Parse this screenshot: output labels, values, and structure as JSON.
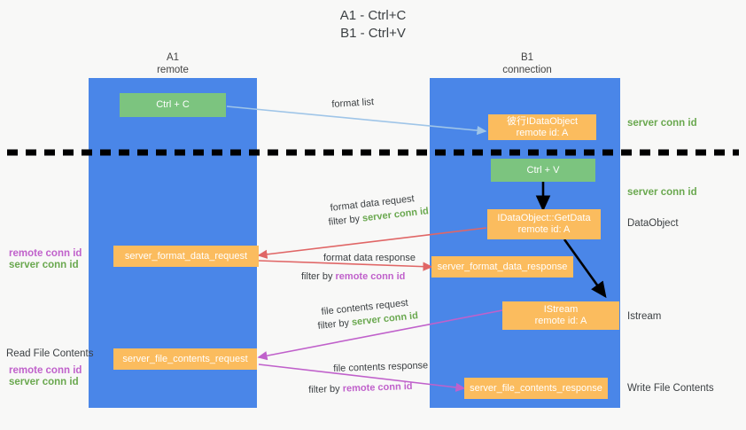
{
  "title": "A1 - Ctrl+C\nB1 - Ctrl+V",
  "columns": {
    "left": {
      "name": "A1",
      "sub": "remote",
      "header": "A1\nremote"
    },
    "right": {
      "name": "B1",
      "sub": "connection",
      "header": "B1\nconnection"
    }
  },
  "colors": {
    "lane": "#4a86e8",
    "orange": "#fbbc5e",
    "green": "#7cc47f",
    "server_conn_id": "#6aa84f",
    "remote_conn_id": "#c061cb",
    "arrow_blue": "#9fc5e8",
    "arrow_red": "#e06666",
    "arrow_purple": "#c061cb",
    "arrow_black": "#000000",
    "background": "#f8f8f7"
  },
  "nodes": {
    "ctrl_c": {
      "label": "Ctrl + C",
      "style": "green"
    },
    "dataobject_create": {
      "label": "彼行IDataObject\nremote id: A",
      "style": "orange"
    },
    "ctrl_v": {
      "label": "Ctrl + V",
      "style": "green"
    },
    "getdata": {
      "label": "IDataObject::GetData\nremote id: A",
      "style": "orange"
    },
    "format_data_request": {
      "label": "server_format_data_request",
      "style": "orange"
    },
    "format_data_response": {
      "label": "server_format_data_response",
      "style": "orange"
    },
    "istream": {
      "label": "IStream\nremote id: A",
      "style": "orange"
    },
    "file_contents_request": {
      "label": "server_file_contents_request",
      "style": "orange"
    },
    "file_contents_response": {
      "label": "server_file_contents_response",
      "style": "orange"
    }
  },
  "edge_labels": {
    "format_list": "format list",
    "format_data_request": {
      "line1": "format data request",
      "line2_prefix": "filter by ",
      "line2_token": "server conn id",
      "token_color": "server"
    },
    "format_data_response": {
      "line1": "format data response",
      "line2_prefix": "filter by ",
      "line2_token": "remote conn id",
      "token_color": "remote"
    },
    "file_contents_request": {
      "line1": "file contents request",
      "line2_prefix": "filter by ",
      "line2_token": "server conn id",
      "token_color": "server"
    },
    "file_contents_response": {
      "line1": "file contents response",
      "line2_prefix": "filter by ",
      "line2_token": "remote conn id",
      "token_color": "remote"
    }
  },
  "right_labels": {
    "server_conn_id_top": "server conn id",
    "server_conn_id_mid": "server conn id",
    "dataobject": "DataObject",
    "istream": "Istream",
    "write_file_contents": "Write File Contents"
  },
  "left_labels": {
    "remote_conn_id_1": "remote conn id",
    "server_conn_id_1": "server conn id",
    "read_file_contents": "Read File Contents",
    "remote_conn_id_2": "remote conn id",
    "server_conn_id_2": "server conn id"
  },
  "divider": {
    "name": "dashed-divider",
    "style": "dashed",
    "color": "#000000"
  }
}
